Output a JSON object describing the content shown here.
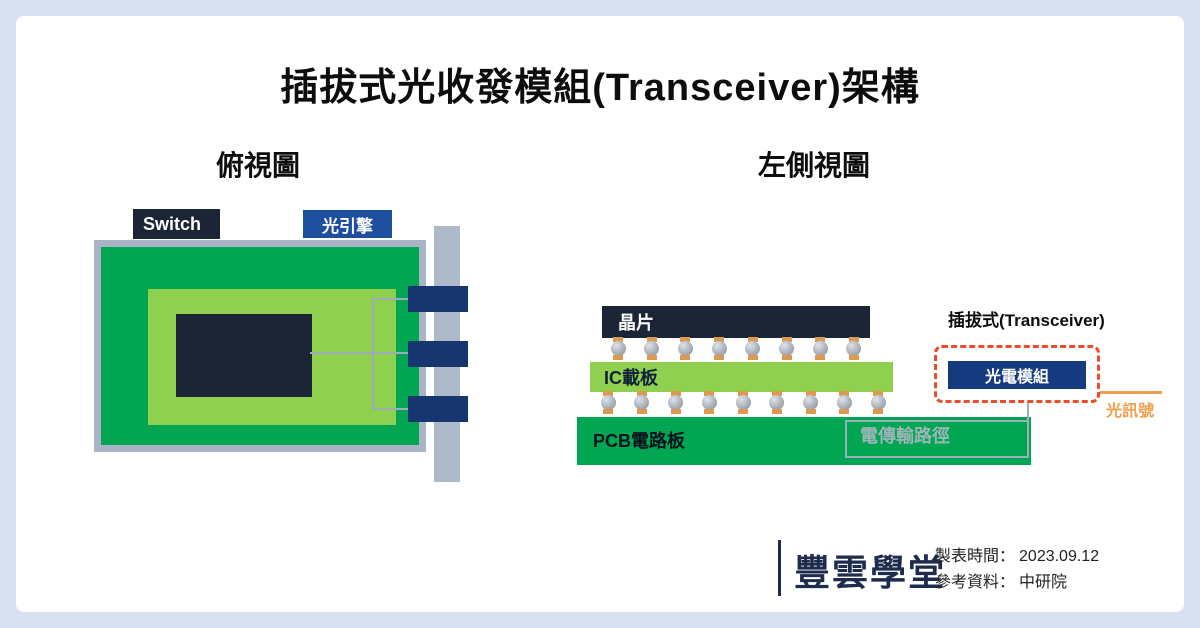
{
  "title": "插拔式光收發模組(Transceiver)架構",
  "top_view": {
    "heading": "俯視圖",
    "switch_label": "Switch",
    "optical_engine_label": "光引擎"
  },
  "side_view": {
    "heading": "左側視圖",
    "chip_label": "晶片",
    "ic_substrate_label": "IC載板",
    "pcb_label": "PCB電路板",
    "transceiver_label": "插拔式(Transceiver)",
    "optical_module_label": "光電模組",
    "optical_signal_label": "光訊號",
    "electrical_path_label": "電傳輸路徑",
    "bga_rows": [
      {
        "count": 8
      },
      {
        "count": 9
      }
    ]
  },
  "footer": {
    "logo": "豐雲學堂",
    "date_label": "製表時間：",
    "date_value": "2023.09.12",
    "source_label": "參考資料：",
    "source_value": "中研院"
  },
  "colors": {
    "background": "#d9e0f0",
    "card": "#ffffff",
    "navy": "#1c2535",
    "blue": "#1d4f9e",
    "connector_blue": "#17356f",
    "module_blue": "#153a80",
    "green": "#00a651",
    "light_green": "#8fd14f",
    "frame_gray": "#a9b5c5",
    "line_gray": "#9fabbc",
    "orange": "#f0a04c",
    "dash_red": "#e94e2b",
    "logo_navy": "#1e2b4d"
  }
}
